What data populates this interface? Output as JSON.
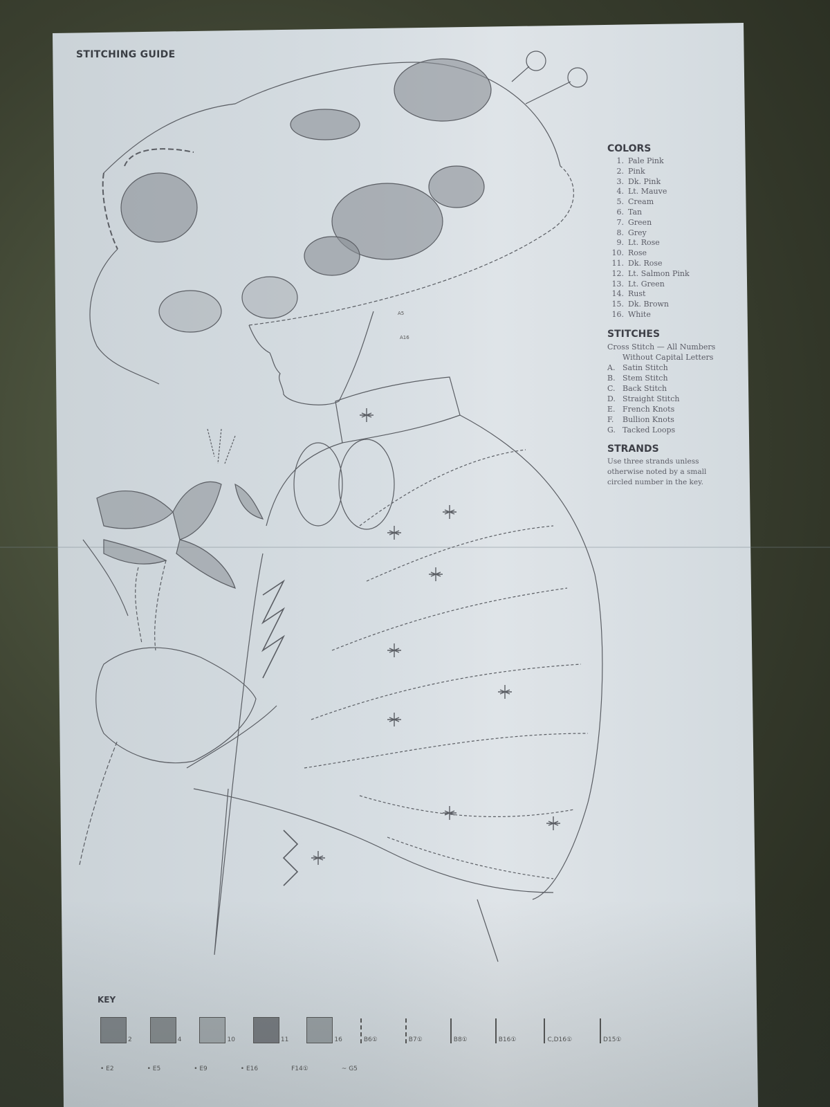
{
  "header": {
    "title": "STITCHING GUIDE"
  },
  "colors": {
    "heading": "COLORS",
    "items": [
      {
        "num": "1.",
        "name": "Pale Pink"
      },
      {
        "num": "2.",
        "name": "Pink"
      },
      {
        "num": "3.",
        "name": "Dk. Pink"
      },
      {
        "num": "4.",
        "name": "Lt. Mauve"
      },
      {
        "num": "5.",
        "name": "Cream"
      },
      {
        "num": "6.",
        "name": "Tan"
      },
      {
        "num": "7.",
        "name": "Green"
      },
      {
        "num": "8.",
        "name": "Grey"
      },
      {
        "num": "9.",
        "name": "Lt. Rose"
      },
      {
        "num": "10.",
        "name": "Rose"
      },
      {
        "num": "11.",
        "name": "Dk. Rose"
      },
      {
        "num": "12.",
        "name": "Lt. Salmon Pink"
      },
      {
        "num": "13.",
        "name": "Lt. Green"
      },
      {
        "num": "14.",
        "name": "Rust"
      },
      {
        "num": "15.",
        "name": "Dk. Brown"
      },
      {
        "num": "16.",
        "name": "White"
      }
    ]
  },
  "stitches": {
    "heading": "STITCHES",
    "intro_line1": "Cross Stitch — All Numbers",
    "intro_line2": "Without Capital Letters",
    "items": [
      {
        "letter": "A.",
        "name": "Satin Stitch"
      },
      {
        "letter": "B.",
        "name": "Stem Stitch"
      },
      {
        "letter": "C.",
        "name": "Back Stitch"
      },
      {
        "letter": "D.",
        "name": "Straight Stitch"
      },
      {
        "letter": "E.",
        "name": "French Knots"
      },
      {
        "letter": "F.",
        "name": "Bullion Knots"
      },
      {
        "letter": "G.",
        "name": "Tacked Loops"
      }
    ]
  },
  "strands": {
    "heading": "STRANDS",
    "text": "Use three strands unless otherwise noted by a small circled number in the key."
  },
  "key": {
    "heading": "KEY",
    "swatches": [
      {
        "label": "2",
        "color": "#7f8589"
      },
      {
        "label": "4",
        "color": "#868c8f"
      },
      {
        "label": "10",
        "color": "#a3aaae"
      },
      {
        "label": "11",
        "color": "#777b80"
      },
      {
        "label": "16",
        "color": "#9aa1a5"
      }
    ],
    "lines": [
      {
        "label": "B6①",
        "style": "dash"
      },
      {
        "label": "B7①",
        "style": "dash"
      },
      {
        "label": "B8①",
        "style": "solid"
      },
      {
        "label": "B16①",
        "style": "solid"
      },
      {
        "label": "C,D16①",
        "style": "solid"
      },
      {
        "label": "D15①",
        "style": "solid"
      }
    ],
    "row2": [
      "• E2",
      "• E5",
      "• E9",
      "• E16",
      "F14①",
      "~ G5"
    ]
  },
  "labels": {
    "earring": "A16",
    "earring2": "A5"
  }
}
